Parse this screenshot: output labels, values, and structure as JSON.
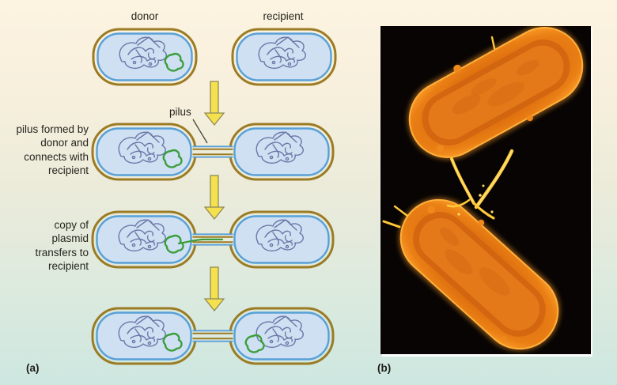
{
  "panel_a": {
    "label": "(a)",
    "headers": {
      "donor": "donor",
      "recipient": "recipient"
    },
    "pilus_callout": "pilus",
    "captions": {
      "step2": "pilus formed by donor and connects with recipient",
      "step3": "copy of plasmid transfers to recipient"
    },
    "steps_depicted": [
      "donor and recipient cells separate",
      "pilus formed by donor and connects with recipient",
      "copy of plasmid transfers to recipient",
      "both cells contain plasmid"
    ]
  },
  "panel_b": {
    "label": "(b)",
    "description": "electron micrograph of two bacteria joined by pili"
  },
  "colors": {
    "background_top": "#fcf4e1",
    "background_bottom": "#cde7e0",
    "cell_wall": "#9b7b24",
    "cell_membrane": "#58a0d8",
    "cytoplasm": "#cfe0f2",
    "chromosome": "#6b77a8",
    "plasmid": "#3a9e3c",
    "arrow_fill": "#f5e14e",
    "arrow_outline": "#8f8a58",
    "micrograph_background": "#070403",
    "micrograph_bacteria": "#e1730f",
    "micrograph_pili": "#ffc838",
    "text": "#26261f"
  }
}
